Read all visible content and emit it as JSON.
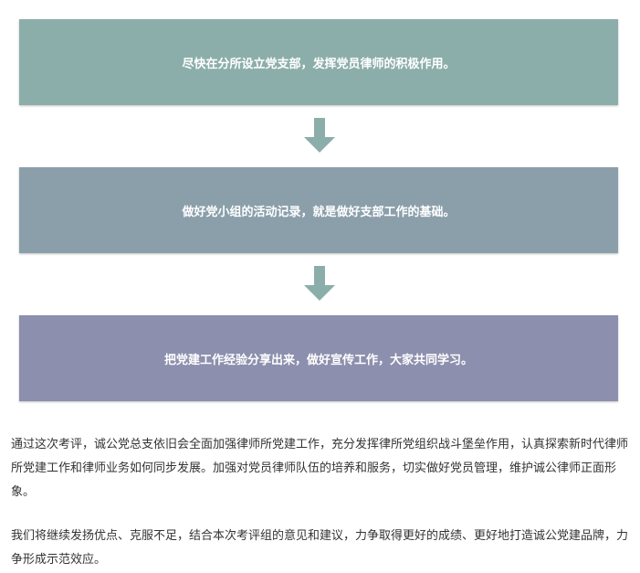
{
  "flow": {
    "steps": [
      "尽快在分所设立党支部，发挥党员律师的积极作用。",
      "做好党小组的活动记录，就是做好支部工作的基础。",
      "把党建工作经验分享出来，做好宣传工作，大家共同学习。"
    ],
    "colors": {
      "step1": "#8caeaa",
      "step2": "#8b9fab",
      "step3": "#8c8fad",
      "arrow": "#8caeaa"
    },
    "arrow_icon": "down-arrow-icon"
  },
  "body": {
    "paragraphs": [
      "通过这次考评，诚公党总支依旧会全面加强律师所党建工作，充分发挥律所党组织战斗堡垒作用，认真探索新时代律师所党建工作和律师业务如何同步发展。加强对党员律师队伍的培养和服务，切实做好党员管理，维护诚公律师正面形象。",
      "我们将继续发扬优点、克服不足，结合本次考评组的意见和建议，力争取得更好的成绩、更好地打造诚公党建品牌，力争形成示范效应。"
    ]
  }
}
